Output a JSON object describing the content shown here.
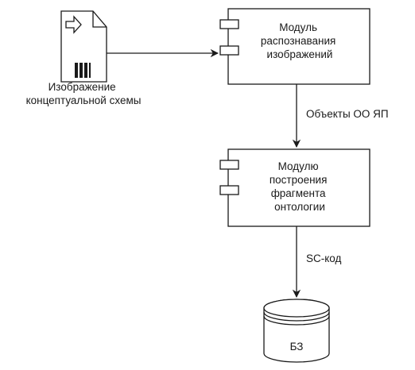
{
  "source": {
    "label_lines": [
      "Изображение",
      "концептуальной схемы"
    ]
  },
  "module_recognition": {
    "label_lines": [
      "Модуль",
      "распознавания",
      "изображений"
    ]
  },
  "module_ontology": {
    "label_lines": [
      "Модулю",
      "построения",
      "фрагмента",
      "онтологии"
    ]
  },
  "knowledge_base": {
    "label": "БЗ"
  },
  "edges": {
    "recognition_to_ontology": "Объекты ОО ЯП",
    "ontology_to_kb": "SC-код"
  },
  "colors": {
    "stroke": "#1a1a1a",
    "fill": "#ffffff",
    "text": "#1a1a1a"
  }
}
